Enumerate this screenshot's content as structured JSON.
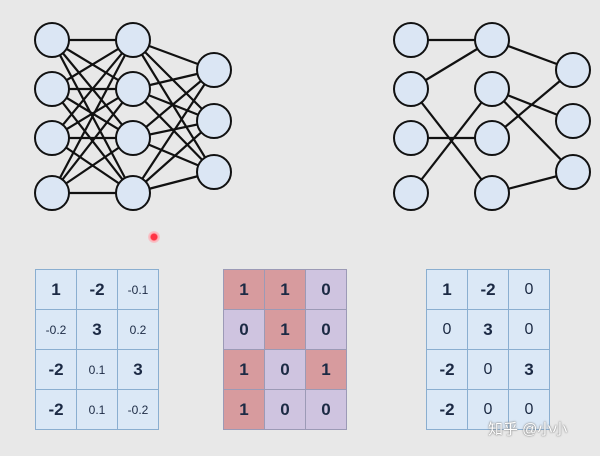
{
  "dense_net": {
    "layers": [
      4,
      4,
      3
    ],
    "edges": [
      [
        [
          0,
          0
        ],
        [
          0,
          1
        ],
        [
          0,
          2
        ],
        [
          0,
          3
        ],
        [
          1,
          0
        ],
        [
          1,
          1
        ],
        [
          1,
          2
        ],
        [
          1,
          3
        ],
        [
          2,
          0
        ],
        [
          2,
          1
        ],
        [
          2,
          2
        ],
        [
          2,
          3
        ],
        [
          3,
          0
        ],
        [
          3,
          1
        ],
        [
          3,
          2
        ],
        [
          3,
          3
        ]
      ],
      [
        [
          0,
          0
        ],
        [
          0,
          1
        ],
        [
          0,
          2
        ],
        [
          1,
          0
        ],
        [
          1,
          1
        ],
        [
          1,
          2
        ],
        [
          2,
          0
        ],
        [
          2,
          1
        ],
        [
          2,
          2
        ],
        [
          3,
          0
        ],
        [
          3,
          1
        ],
        [
          3,
          2
        ]
      ]
    ]
  },
  "sparse_net": {
    "layers": [
      4,
      4,
      3
    ],
    "edges": [
      [
        [
          0,
          0
        ],
        [
          1,
          0
        ],
        [
          1,
          3
        ],
        [
          2,
          2
        ],
        [
          3,
          1
        ]
      ],
      [
        [
          0,
          0
        ],
        [
          1,
          1
        ],
        [
          1,
          2
        ],
        [
          2,
          0
        ],
        [
          3,
          2
        ]
      ]
    ]
  },
  "weight_matrix": [
    [
      "1",
      "-2",
      "-0.1"
    ],
    [
      "-0.2",
      "3",
      "0.2"
    ],
    [
      "-2",
      "0.1",
      "3"
    ],
    [
      "-2",
      "0.1",
      "-0.2"
    ]
  ],
  "mask_matrix": [
    [
      "1",
      "1",
      "0"
    ],
    [
      "0",
      "1",
      "0"
    ],
    [
      "1",
      "0",
      "1"
    ],
    [
      "1",
      "0",
      "0"
    ]
  ],
  "pruned_matrix": [
    [
      "1",
      "-2",
      "0"
    ],
    [
      "0",
      "3",
      "0"
    ],
    [
      "-2",
      "0",
      "3"
    ],
    [
      "-2",
      "0",
      "0"
    ]
  ],
  "colors": {
    "node_fill": "#dbe6f4",
    "node_stroke": "#111111",
    "edge": "#111111",
    "mask_on": "#d79b9e",
    "mask_off": "#cfc4e0"
  },
  "watermark": "知乎 @小小"
}
